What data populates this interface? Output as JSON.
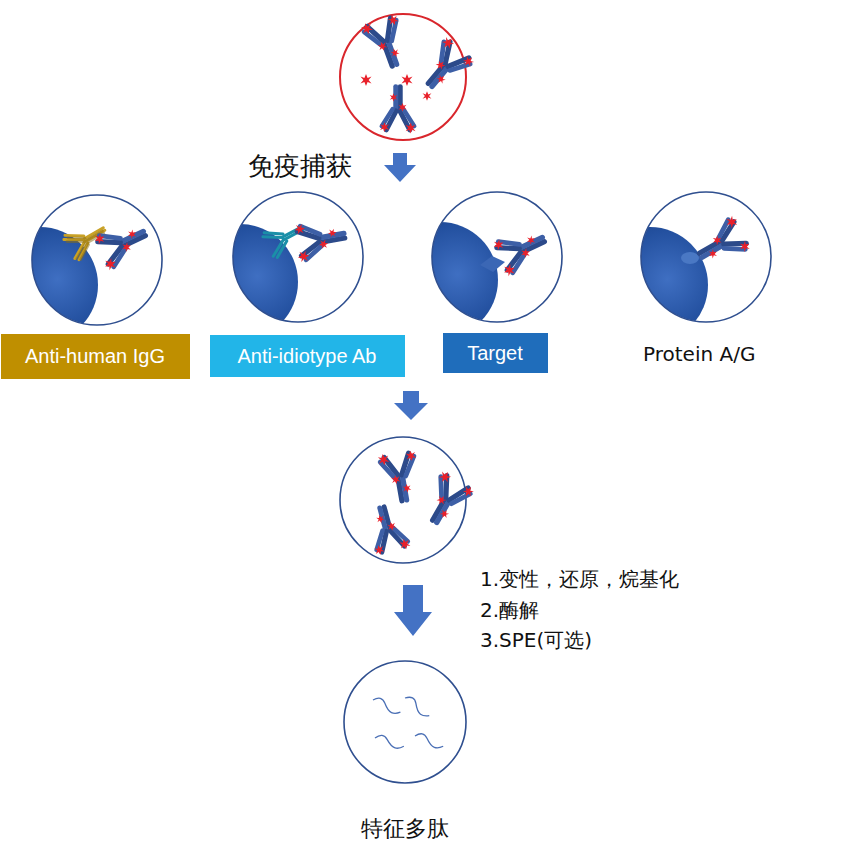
{
  "diagram": {
    "nodes": [
      {
        "text": [
          "Anti-human IgG"
        ]
      },
      {
        "text": [
          "Anti-idiotype Ab"
        ]
      },
      {
        "text": [
          "Target"
        ]
      },
      {
        "text": [
          "特征多肽"
        ]
      }
    ],
    "labels": [
      "免疫捕获",
      "Protein A/G",
      "1.变性，还原，烷基化",
      "2.酶解",
      "3.SPE(可选)"
    ]
  }
}
